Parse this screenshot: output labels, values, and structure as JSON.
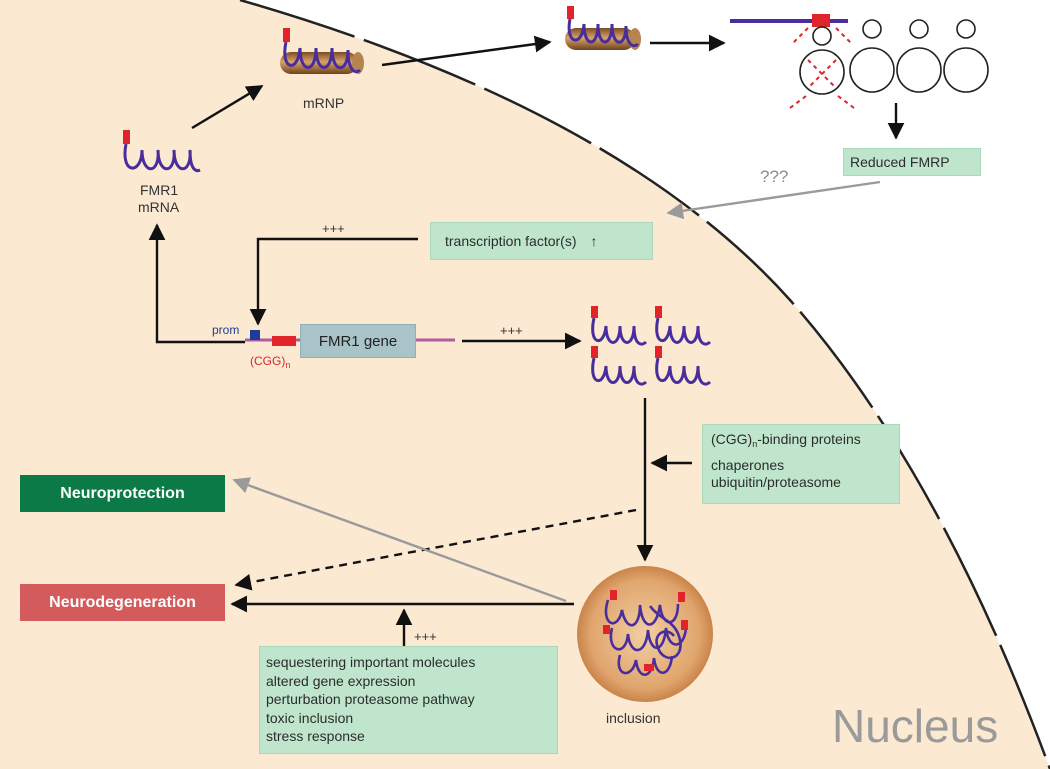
{
  "colors": {
    "nucleus_fill": "#fbe9d2",
    "box_green": "#bfe6cc",
    "gene_box": "#a9c4c8",
    "neuroprotection": "#0c7a47",
    "neurodegeneration": "#d45b5b",
    "rna_strand": "#4a2d9c",
    "cgg_repeat": "#e0242a",
    "ribosome_dash": "#e0242a",
    "gray_arrow": "#9a9a9a",
    "nucleus_label": "#9a9a9a"
  },
  "labels": {
    "mrnp": "mRNP",
    "fmr1_mrna_line1": "FMR1",
    "fmr1_mrna_line2": "mRNA",
    "prom": "prom",
    "cgg_repeat": "(CGG)",
    "cgg_sub": "n",
    "plus_transcription": "+++",
    "plus_expression": "+++",
    "plus_toxicity": "+++",
    "question": "???",
    "inclusion": "inclusion",
    "nucleus": "Nucleus"
  },
  "boxes": {
    "reduced_fmrp": "Reduced FMRP",
    "transcription_factors": "transcription factor(s)",
    "tf_up_arrow": "↑",
    "fmr1_gene": "FMR1 gene",
    "binding_proteins": {
      "line1_prefix": "(CGG)",
      "line1_sub": "n",
      "line1_suffix": "-binding proteins",
      "line2": "chaperones",
      "line3": "ubiquitin/proteasome"
    },
    "mechanisms": [
      "sequestering important molecules",
      "altered gene expression",
      "perturbation proteasome pathway",
      "toxic inclusion",
      "stress response"
    ]
  },
  "outcomes": {
    "neuroprotection": "Neuroprotection",
    "neurodegeneration": "Neurodegeneration"
  }
}
